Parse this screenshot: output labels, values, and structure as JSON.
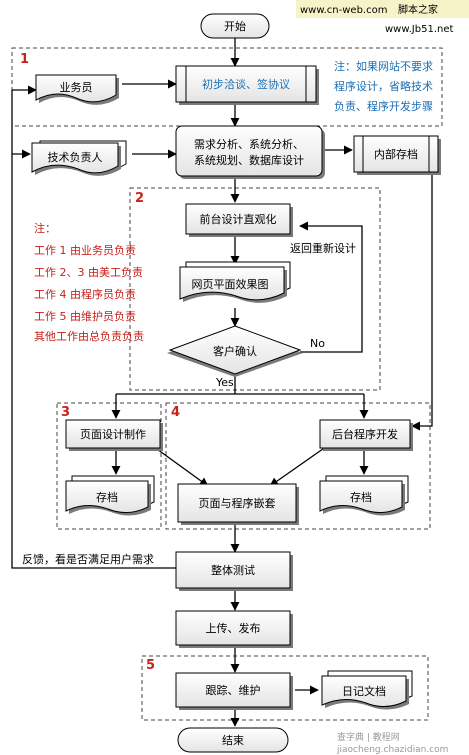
{
  "watermark": {
    "top_left": "www.cn-web.com",
    "top_right": "脚本之家",
    "site": "www.Jb51.net",
    "bottom_1": "查字典 | 教程网",
    "bottom_2": "jiaocheng.chazidian.com"
  },
  "nodes": {
    "start": "开始",
    "salesman": "业务员",
    "negotiation": "初步洽谈、签协议",
    "tech_lead": "技术负责人",
    "analysis_line1": "需求分析、系统分析、",
    "analysis_line2": "系统规划、数据库设计",
    "internal_archive": "内部存档",
    "frontend_design": "前台设计直观化",
    "web_mockup": "网页平面效果图",
    "customer_confirm": "客户确认",
    "page_design": "页面设计制作",
    "backend_dev": "后台程序开发",
    "archive_left": "存档",
    "page_program_embed": "页面与程序嵌套",
    "archive_right": "存档",
    "overall_test": "整体测试",
    "upload_publish": "上传、发布",
    "tracking_maintain": "跟踪、维护",
    "log_document": "日记文档",
    "end": "结束"
  },
  "edge_labels": {
    "redesign": "返回重新设计",
    "no": "No",
    "yes": "Yes",
    "feedback": "反馈，看是否满足用户需求"
  },
  "group_numbers": [
    "1",
    "2",
    "3",
    "4",
    "5"
  ],
  "note_blue": [
    "注：如果网站不要求",
    "程序设计，省略技术",
    "负责、程序开发步骤"
  ],
  "note_red": {
    "title": "注：",
    "lines": [
      "工作 1 由业务员负责",
      "工作 2、3 由美工负责",
      "工作 4 由程序员负责",
      "工作 5 由维护员负责",
      "其他工作由总负责负责"
    ]
  },
  "colors": {
    "box_fill": "#f2f2f2",
    "shadow": "#7a7a7a",
    "note_blue": "#1a6fb5",
    "note_red": "#c8201b",
    "group_number": "#c8201b"
  }
}
